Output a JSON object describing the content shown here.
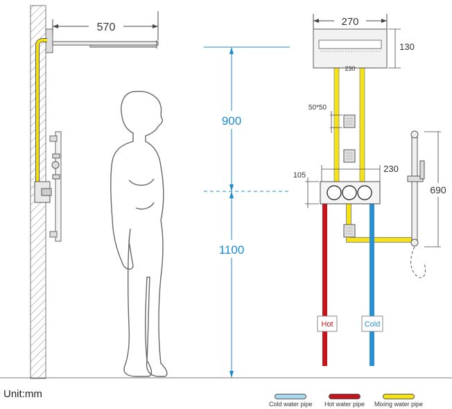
{
  "dimensions": {
    "head_arm_length": "570",
    "height_upper": "900",
    "height_lower": "1100",
    "head_width": "270",
    "head_height": "130",
    "head_pipe_spacing": "230",
    "jet_size": "50*50",
    "valve_height": "105",
    "valve_width": "230",
    "handshower_rail": "690"
  },
  "labels": {
    "hot": "Hot",
    "cold": "Cold",
    "unit": "Unit:mm"
  },
  "legend": [
    {
      "label": "Cold water pipe",
      "color": "#a8d8f0"
    },
    {
      "label": "Hot water pipe",
      "color": "#c4141c"
    },
    {
      "label": "Mixing water pipe",
      "color": "#f4e214"
    }
  ],
  "colors": {
    "hot": "#c4141c",
    "cold": "#2b8fd0",
    "mix": "#f4e214",
    "dimension_blue": "#1a8bd0"
  }
}
